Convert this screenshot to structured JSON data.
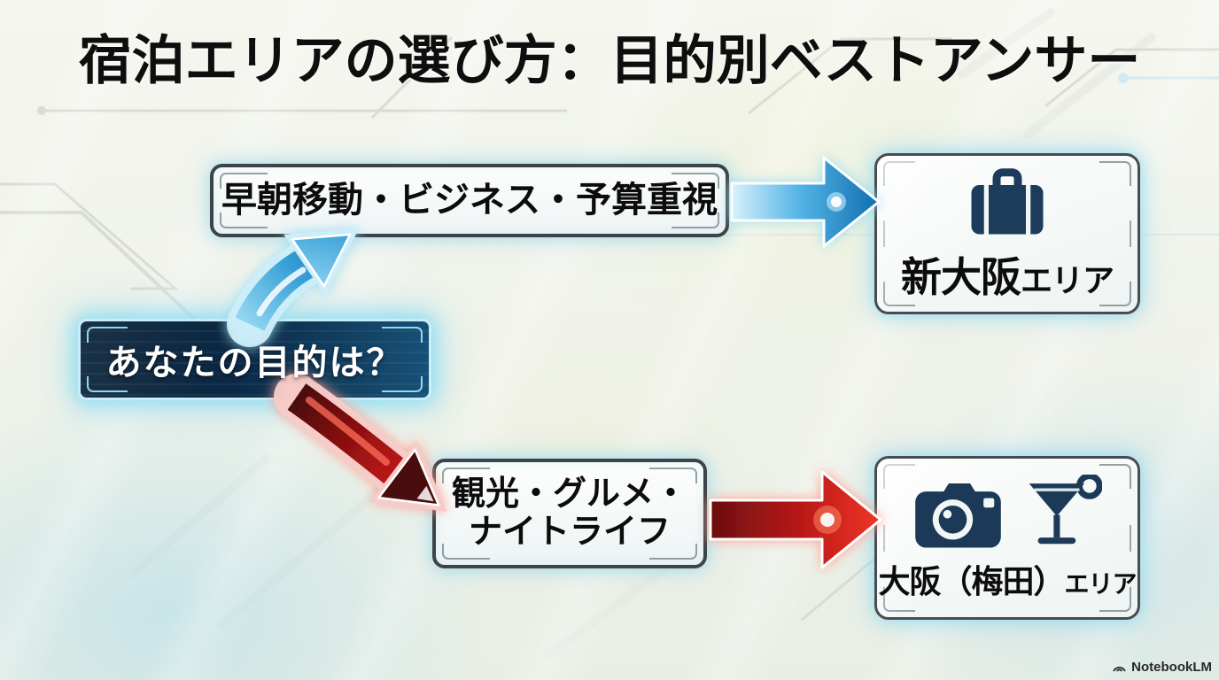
{
  "title": "宿泊エリアの選び方：目的別ベストアンサー",
  "question": {
    "label": "あなたの目的は？"
  },
  "branches": {
    "business": {
      "condition": "早朝移動・ビジネス・予算重視",
      "result_main": "新大阪",
      "result_suffix": "エリア",
      "icons": [
        "briefcase-icon"
      ],
      "accent": "#1f8fd0"
    },
    "leisure": {
      "condition": "観光・グルメ・\nナイトライフ",
      "result_main": "大阪（梅田）",
      "result_suffix": "エリア",
      "icons": [
        "camera-icon",
        "cocktail-icon"
      ],
      "accent": "#d42222"
    }
  },
  "footer": {
    "brand": "NotebookLM"
  },
  "colors": {
    "icon_navy": "#1d3c5c",
    "node_bg": "#0c2a47",
    "glow_cyan": "#a9e2f2",
    "arrow_blue": "#1b84c4",
    "arrow_red": "#c81d1d"
  }
}
